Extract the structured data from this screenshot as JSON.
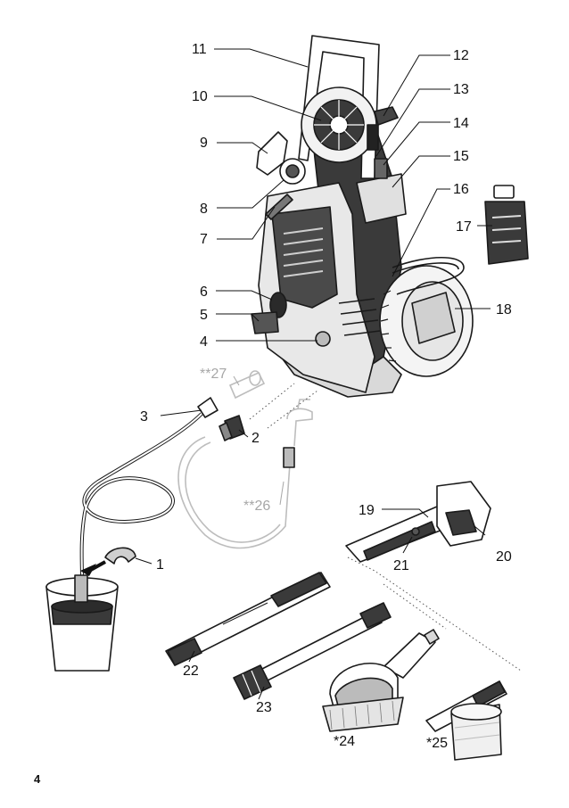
{
  "page_number": "4",
  "callouts": [
    {
      "id": "p1",
      "label": "1"
    },
    {
      "id": "p2",
      "label": "2"
    },
    {
      "id": "p3",
      "label": "3"
    },
    {
      "id": "p4",
      "label": "4"
    },
    {
      "id": "p5",
      "label": "5"
    },
    {
      "id": "p6",
      "label": "6"
    },
    {
      "id": "p7",
      "label": "7"
    },
    {
      "id": "p8",
      "label": "8"
    },
    {
      "id": "p9",
      "label": "9"
    },
    {
      "id": "p10",
      "label": "10"
    },
    {
      "id": "p11",
      "label": "11"
    },
    {
      "id": "p12",
      "label": "12"
    },
    {
      "id": "p13",
      "label": "13"
    },
    {
      "id": "p14",
      "label": "14"
    },
    {
      "id": "p15",
      "label": "15"
    },
    {
      "id": "p16",
      "label": "16"
    },
    {
      "id": "p17",
      "label": "17"
    },
    {
      "id": "p18",
      "label": "18"
    },
    {
      "id": "p19",
      "label": "19"
    },
    {
      "id": "p20",
      "label": "20"
    },
    {
      "id": "p21",
      "label": "21"
    },
    {
      "id": "p22",
      "label": "22"
    },
    {
      "id": "p23",
      "label": "23"
    },
    {
      "id": "p24",
      "label": "*24"
    },
    {
      "id": "p25",
      "label": "*25"
    },
    {
      "id": "p26",
      "label": "**26"
    },
    {
      "id": "p27",
      "label": "**27"
    }
  ]
}
